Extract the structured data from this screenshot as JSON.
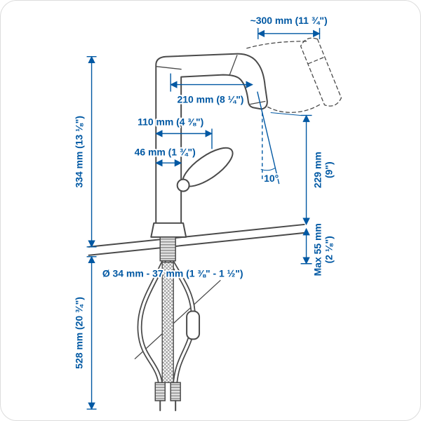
{
  "measurements": {
    "pullout_extension": "~300 mm (11 ¾\")",
    "spout_reach": "210 mm (8 ¼\")",
    "handle_offset": "110 mm (4 ⅜\")",
    "base_width": "46 mm (1 ¾\")",
    "height_total": "334 mm (13 ⅛\")",
    "spray_angle": "10°",
    "spout_clearance_mm": "229 mm",
    "spout_clearance_in": "(9\")",
    "max_deck_thickness": "Max 55 mm",
    "max_deck_thickness_in": "(2 ⅛\")",
    "hole_diameter": "Ø 34 mm - 37 mm (1 ⅜\" - 1 ½\")",
    "hose_length": "528 mm (20 ¾\")"
  },
  "colors": {
    "dimension_blue": "#0058a3",
    "drawing_gray": "#4a4a4a",
    "background": "#ffffff",
    "frame_border": "#dcdcdc"
  }
}
